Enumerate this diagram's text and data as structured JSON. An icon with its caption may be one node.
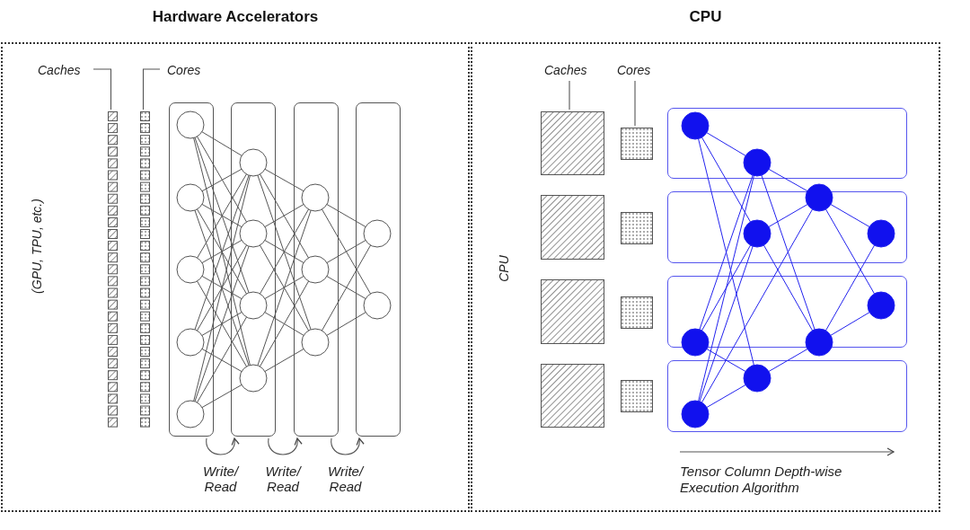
{
  "diagram": {
    "nodes": [
      {
        "text": [
          "Hardware Accelerators",
          "(GPU, TPU, etc.)"
        ]
      },
      {
        "text": [
          "Caches"
        ],
        "in": 0
      },
      {
        "text": [],
        "shape": "bar",
        "in": 0
      },
      {
        "text": [
          "Cores"
        ],
        "in": 0
      },
      {
        "text": [],
        "shape": "bar",
        "in": 0
      },
      {
        "text": [],
        "shape": "box",
        "in": 0
      },
      {
        "text": [],
        "shape": "box",
        "in": 0
      },
      {
        "text": [],
        "shape": "box",
        "in": 0
      },
      {
        "text": [],
        "shape": "box",
        "in": 0
      },
      {
        "text": [
          "CPU",
          "CPU"
        ]
      },
      {
        "text": [
          "Caches"
        ],
        "in": 9
      },
      {
        "text": [
          "Cores"
        ],
        "in": 9
      },
      {
        "text": [],
        "shape": "box",
        "in": 9
      },
      {
        "text": [],
        "shape": "box",
        "in": 9
      },
      {
        "text": [],
        "shape": "box",
        "in": 9
      },
      {
        "text": [],
        "shape": "box",
        "in": 9
      },
      {
        "text": [],
        "shape": "box",
        "in": 9
      },
      {
        "text": [],
        "shape": "box",
        "in": 9
      },
      {
        "text": [],
        "shape": "box",
        "in": 9
      },
      {
        "text": [],
        "shape": "box",
        "in": 9
      },
      {
        "text": [],
        "shape": "box",
        "in": 9
      },
      {
        "text": [],
        "shape": "box",
        "in": 9
      },
      {
        "text": [],
        "shape": "box",
        "in": 9
      },
      {
        "text": [],
        "shape": "box",
        "in": 9
      }
    ],
    "edges": [
      {
        "from": 1,
        "to": 2,
        "arrow": "none"
      },
      {
        "from": 3,
        "to": 4,
        "arrow": "none"
      },
      {
        "from": 5,
        "to": 6,
        "arrow": "to",
        "label": "Write/ Read"
      },
      {
        "from": 6,
        "to": 7,
        "arrow": "to",
        "label": "Write/ Read"
      },
      {
        "from": 7,
        "to": 8,
        "arrow": "to",
        "label": "Write/ Read"
      },
      {
        "from": 10,
        "to": 12,
        "arrow": "none"
      },
      {
        "from": 11,
        "to": 16,
        "arrow": "none"
      }
    ],
    "labels": [
      "Tensor Column Depth-wise Execution Algorithm"
    ]
  }
}
